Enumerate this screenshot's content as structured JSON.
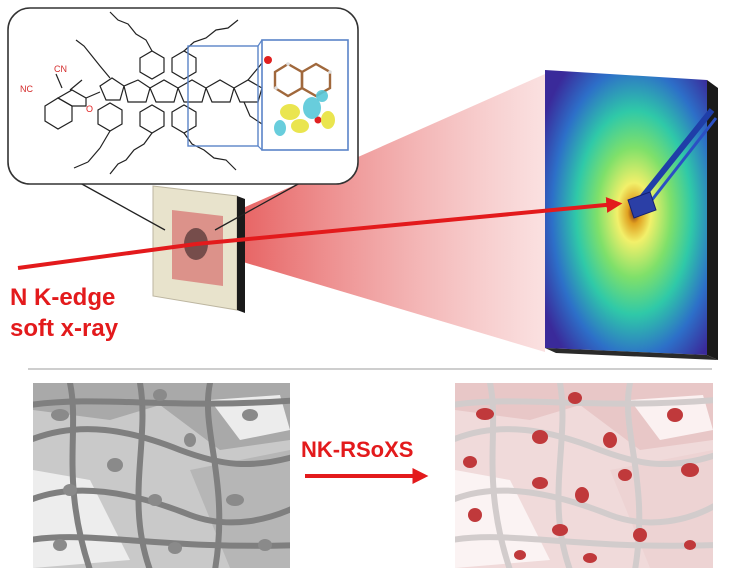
{
  "labels": {
    "beam_line1": "N K-edge",
    "beam_line2": "soft x-ray",
    "technique": "NK-RSoXS"
  },
  "colors": {
    "beam": "#e31a1c",
    "label": "#e31a1c",
    "nitrogen": "#d42b2b",
    "oxygen": "#e02020",
    "orbital_yellow": "#e8e23c",
    "orbital_cyan": "#58c8d8",
    "domain_red": "#c0393b"
  },
  "molecule": {
    "atom_labels": [
      "CN",
      "NC",
      "O",
      "CN",
      "NC",
      "O"
    ]
  },
  "icons": [
    "molecule-structure",
    "orbital-inset",
    "sample-film",
    "detector-panel",
    "beamstop",
    "morphology-gray",
    "morphology-highlighted"
  ]
}
